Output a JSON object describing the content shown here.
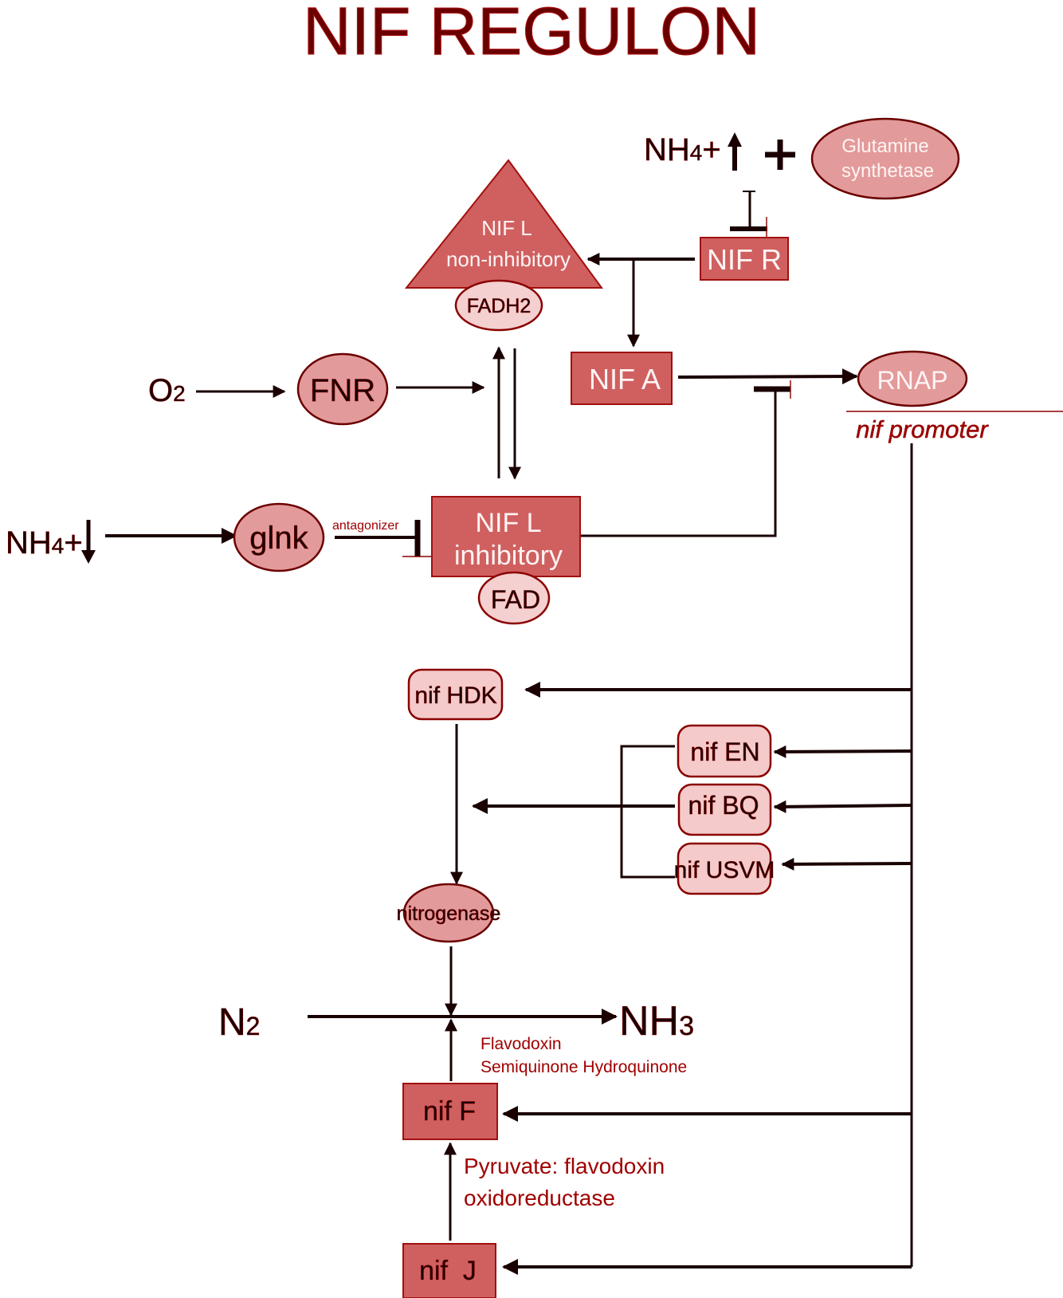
{
  "title": "NIF REGULON",
  "colors": {
    "title": "#6b0000",
    "dark_node_fill": "#d06060",
    "medium_node_fill": "#e39a9a",
    "light_node_fill": "#f4d0d0",
    "edge": "#1a0000",
    "annotation_text": "#a00000"
  },
  "top_signal": {
    "nh4": "NH4+",
    "nh4_sub": "4",
    "direction_icon": "arrow-up",
    "plus": "+",
    "glutamine_synthetase": [
      "Glutamine",
      "synthetase"
    ]
  },
  "nodes": {
    "nifr": "NIF R",
    "nifl_noninhib": [
      "NIF L",
      "non-inhibitory"
    ],
    "fadh2": "FADH2",
    "nifa": "NIF A",
    "rnap": "RNAP",
    "nif_promoter": "nif promoter",
    "o2": "O2",
    "fnr": "FNR",
    "nh4_low": "NH4+",
    "glnk": "glnk",
    "antagonizer": "antagonizer",
    "nifl_inhib": [
      "NIF L",
      "inhibitory"
    ],
    "fad": "FAD",
    "nifhdk": "nif HDK",
    "nifen": "nif EN",
    "nifbq": "nif BQ",
    "nifusvm": "nif USVM",
    "nitrogenase": "nitrogenase",
    "n2": "N2",
    "nh3": "NH3",
    "flavodoxin": [
      "Flavodoxin",
      "Semiquinone Hydroquinone"
    ],
    "niff": "nif F",
    "pyruvate": [
      "Pyruvate: flavodoxin",
      "oxidoreductase"
    ],
    "nifj": "nif  J"
  }
}
